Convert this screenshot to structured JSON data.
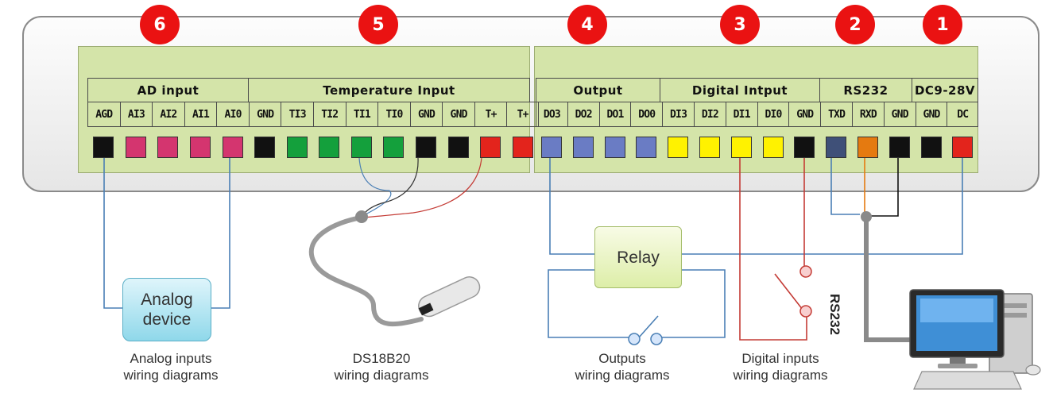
{
  "badges": [
    "6",
    "5",
    "4",
    "3",
    "2",
    "1"
  ],
  "colors": {
    "badge": "#ea1212",
    "panel": "#d4e4a9",
    "black": "#111111",
    "magenta": "#d4356f",
    "green": "#14a03c",
    "red": "#e3241c",
    "blue": "#6a7cc4",
    "yellow": "#fff200",
    "slate": "#3f5078",
    "orange": "#e57a10",
    "wire_blue": "#4a7fb5",
    "wire_red": "#c43b35",
    "wire_dark": "#333333"
  },
  "groups": [
    "AD input",
    "Temperature Input",
    "Output",
    "Digital  Intput",
    "RS232",
    "DC9-28V"
  ],
  "pins": [
    "AGD",
    "AI3",
    "AI2",
    "AI1",
    "AI0",
    "GND",
    "TI3",
    "TI2",
    "TI1",
    "TI0",
    "GND",
    "GND",
    "T+",
    "T+",
    "DO3",
    "DO2",
    "DO1",
    "DO0",
    "DI3",
    "DI2",
    "DI1",
    "DI0",
    "GND",
    "TXD",
    "RXD",
    "GND",
    "GND",
    "DC"
  ],
  "pin_colors": [
    "black",
    "magenta",
    "magenta",
    "magenta",
    "magenta",
    "black",
    "green",
    "green",
    "green",
    "green",
    "black",
    "black",
    "red",
    "red",
    "blue",
    "blue",
    "blue",
    "blue",
    "yellow",
    "yellow",
    "yellow",
    "yellow",
    "black",
    "slate",
    "orange",
    "black",
    "black",
    "red"
  ],
  "devices": {
    "analog": "Analog\ndevice",
    "relay": "Relay"
  },
  "rs232_label": "RS232",
  "icons": [
    "ds18b20-probe-icon",
    "relay-switch-icon",
    "digital-switch-icon",
    "desktop-computer-icon"
  ],
  "captions": [
    "Analog inputs\nwiring diagrams",
    "DS18B20\nwiring diagrams",
    "Outputs\nwiring diagrams",
    "Digital inputs\nwiring diagrams"
  ]
}
